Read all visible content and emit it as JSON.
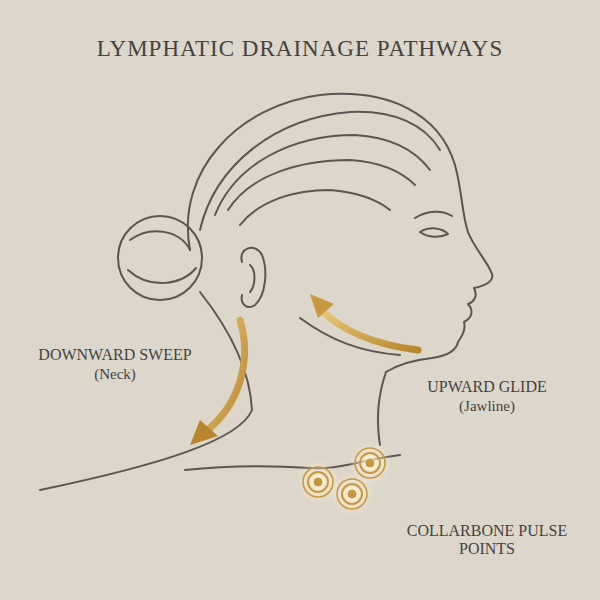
{
  "diagram": {
    "title": "LYMPHATIC DRAINAGE PATHWAYS",
    "labels": [
      "DOWNWARD SWEEP",
      "(Neck)",
      "UPWARD GLIDE",
      "(Jawline)",
      "COLLARBONE PULSE POINTS"
    ]
  }
}
